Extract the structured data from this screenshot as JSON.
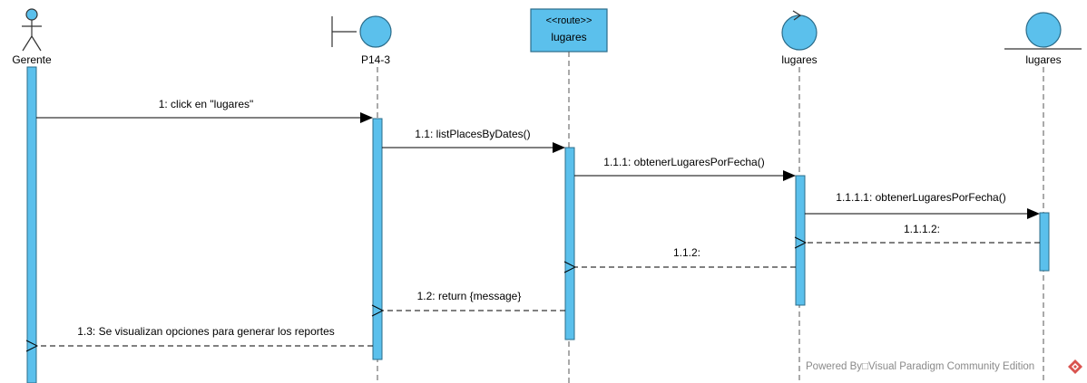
{
  "lifelines": [
    {
      "id": "gerente",
      "kind": "actor",
      "label": "Gerente"
    },
    {
      "id": "p14",
      "kind": "boundary",
      "label": "P14-3"
    },
    {
      "id": "route",
      "kind": "class-box",
      "stereotype": "<<route>>",
      "label": "lugares"
    },
    {
      "id": "control",
      "kind": "control",
      "label": "lugares"
    },
    {
      "id": "entity",
      "kind": "entity",
      "label": "lugares"
    }
  ],
  "messages": [
    {
      "label": "1: click en \"lugares\"",
      "from": "gerente",
      "to": "p14",
      "style": "call"
    },
    {
      "label": "1.1: listPlacesByDates()",
      "from": "p14",
      "to": "route",
      "style": "call"
    },
    {
      "label": "1.1.1: obtenerLugaresPorFecha()",
      "from": "route",
      "to": "control",
      "style": "call"
    },
    {
      "label": "1.1.1.1: obtenerLugaresPorFecha()",
      "from": "control",
      "to": "entity",
      "style": "call"
    },
    {
      "label": "1.1.1.2:",
      "from": "entity",
      "to": "control",
      "style": "return"
    },
    {
      "label": "1.1.2:",
      "from": "control",
      "to": "route",
      "style": "return"
    },
    {
      "label": "1.2: return {message}",
      "from": "route",
      "to": "p14",
      "style": "return"
    },
    {
      "label": "1.3: Se visualizan opciones para generar los reportes",
      "from": "p14",
      "to": "gerente",
      "style": "return"
    }
  ],
  "watermark": "Powered By□Visual Paradigm Community Edition",
  "colors": {
    "fill": "#5bc0ec",
    "stroke": "#2b6c8a",
    "line": "#000000",
    "dashed": "#555555"
  }
}
